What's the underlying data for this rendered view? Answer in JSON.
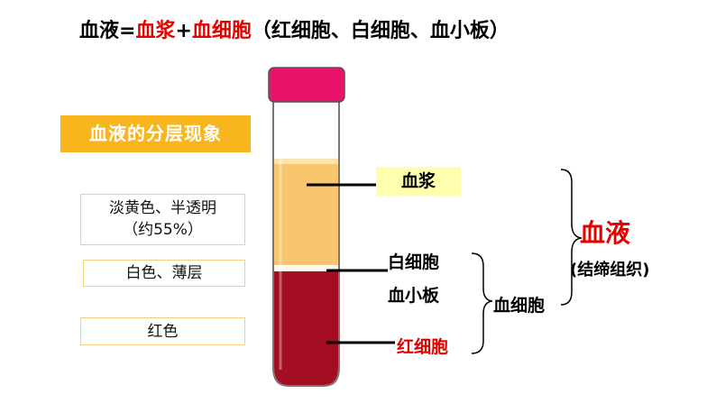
{
  "title": {
    "part1": "血液=",
    "part2": "血浆",
    "part3": "+",
    "part4": "血细胞",
    "part5": "（红细胞、白细胞、血小板）"
  },
  "section_banner": "血液的分层现象",
  "descriptions": {
    "plasma_line1": "淡黄色、半透明",
    "plasma_line2": "（约55%）",
    "white_layer": "白色、薄层",
    "red_layer": "红色"
  },
  "labels": {
    "plasma": "血浆",
    "white_blood_cells": "白细胞",
    "platelets": "血小板",
    "red_blood_cells": "红细胞",
    "blood_cells": "血细胞",
    "blood": "血液",
    "connective_tissue": "(结缔组织)"
  },
  "colors": {
    "cap": "#e8146b",
    "plasma": "#f7c66e",
    "white_layer": "#fdf7ea",
    "red_layer": "#a50d23",
    "accent_red": "#e60000",
    "banner": "#f8b51d"
  }
}
